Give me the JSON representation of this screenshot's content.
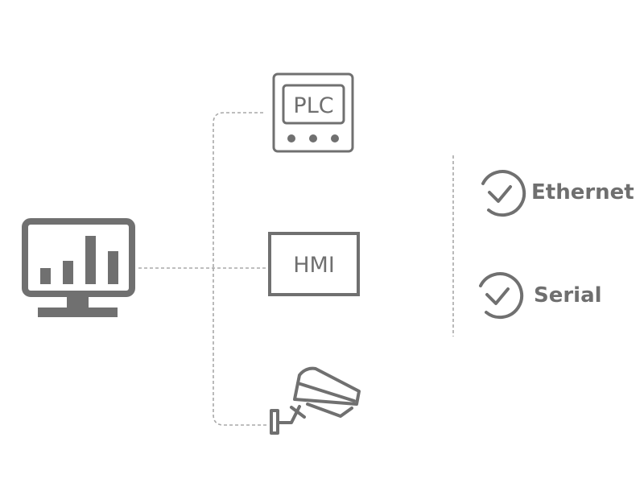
{
  "devices": {
    "plc": {
      "label": "PLC"
    },
    "hmi": {
      "label": "HMI"
    }
  },
  "protocols": [
    {
      "label": "Ethernet"
    },
    {
      "label": "Serial"
    }
  ],
  "colors": {
    "icon": "#707070",
    "line": "#a8a8a8",
    "text": "#6f6f6f"
  }
}
